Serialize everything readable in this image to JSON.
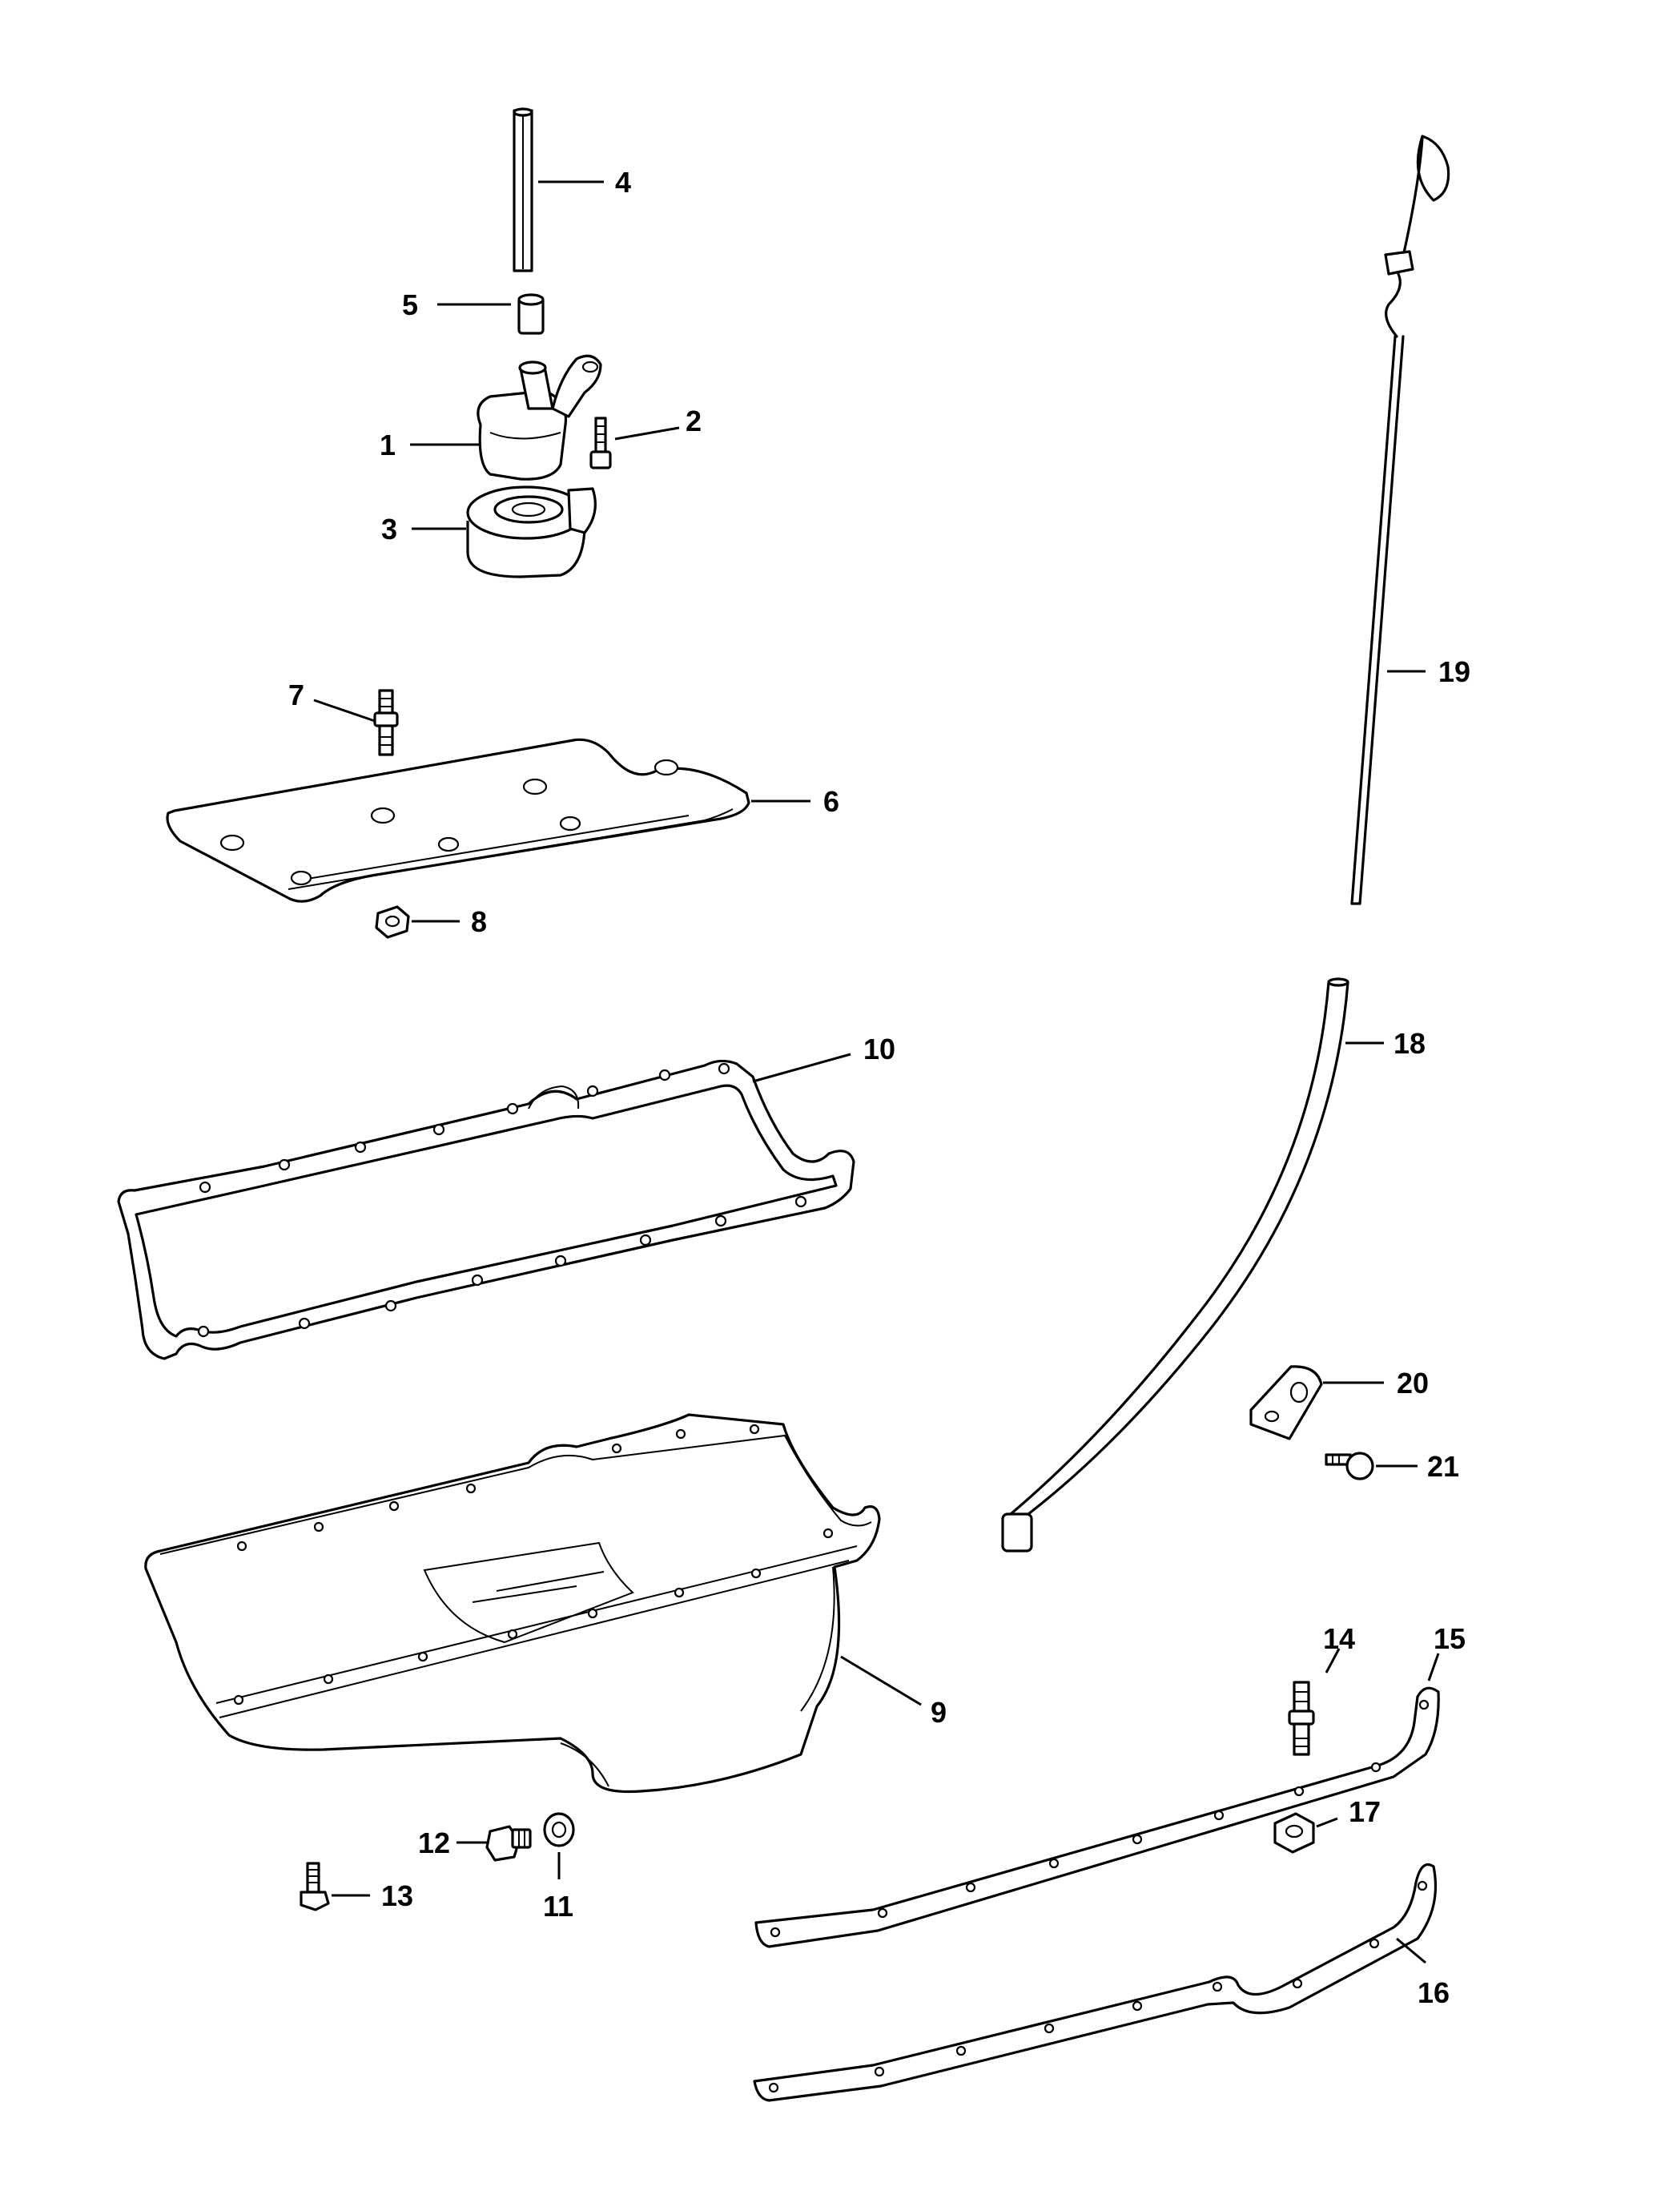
{
  "callouts": [
    "1",
    "2",
    "3",
    "4",
    "5",
    "6",
    "7",
    "8",
    "9",
    "10",
    "11",
    "12",
    "13",
    "14",
    "15",
    "16",
    "17",
    "18",
    "19",
    "20",
    "21"
  ],
  "colors": {
    "line": "#000000",
    "background": "#ffffff"
  }
}
